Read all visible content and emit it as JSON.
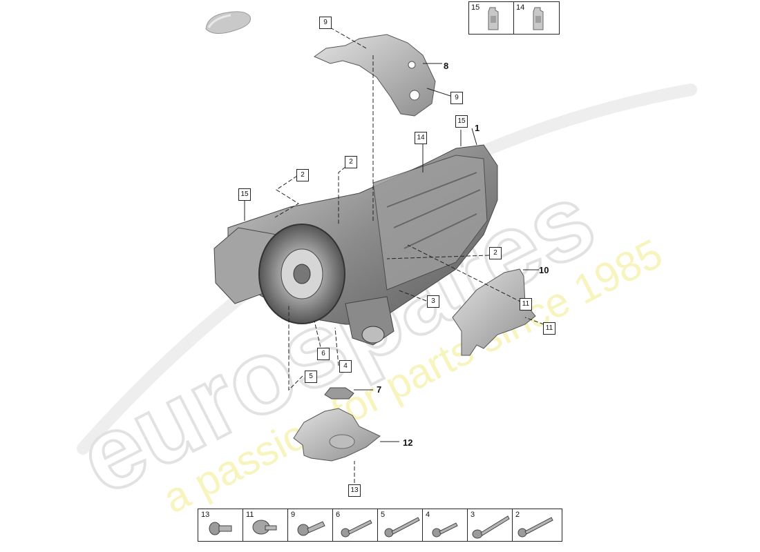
{
  "diagram": {
    "bold_labels": [
      "1",
      "7",
      "8",
      "10",
      "12"
    ],
    "callouts": [
      "9",
      "9",
      "15",
      "14",
      "2",
      "2",
      "15",
      "2",
      "3",
      "11",
      "11",
      "6",
      "5",
      "4",
      "13"
    ]
  },
  "fluid_box": {
    "items": [
      {
        "label": "15",
        "icon": "oil-bottle-icon"
      },
      {
        "label": "14",
        "icon": "oil-bottle-icon"
      }
    ]
  },
  "fastener_box": {
    "items": [
      {
        "label": "13",
        "icon": "torx-bolt-icon"
      },
      {
        "label": "11",
        "icon": "flange-screw-icon"
      },
      {
        "label": "9",
        "icon": "torx-bolt-icon"
      },
      {
        "label": "6",
        "icon": "bolt-icon"
      },
      {
        "label": "5",
        "icon": "long-bolt-icon"
      },
      {
        "label": "4",
        "icon": "bolt-icon"
      },
      {
        "label": "3",
        "icon": "long-bolt-icon"
      },
      {
        "label": "2",
        "icon": "long-bolt-icon"
      }
    ]
  },
  "watermark": {
    "brand": "eurospares",
    "slogan": "a passion for parts since 1985"
  },
  "colors": {
    "line": "#222222",
    "part_dark": "#7a7a7a",
    "part_light": "#d0d0d0",
    "watermark_gray": "#e6e6e6",
    "watermark_yellow": "#f3ee9a"
  }
}
